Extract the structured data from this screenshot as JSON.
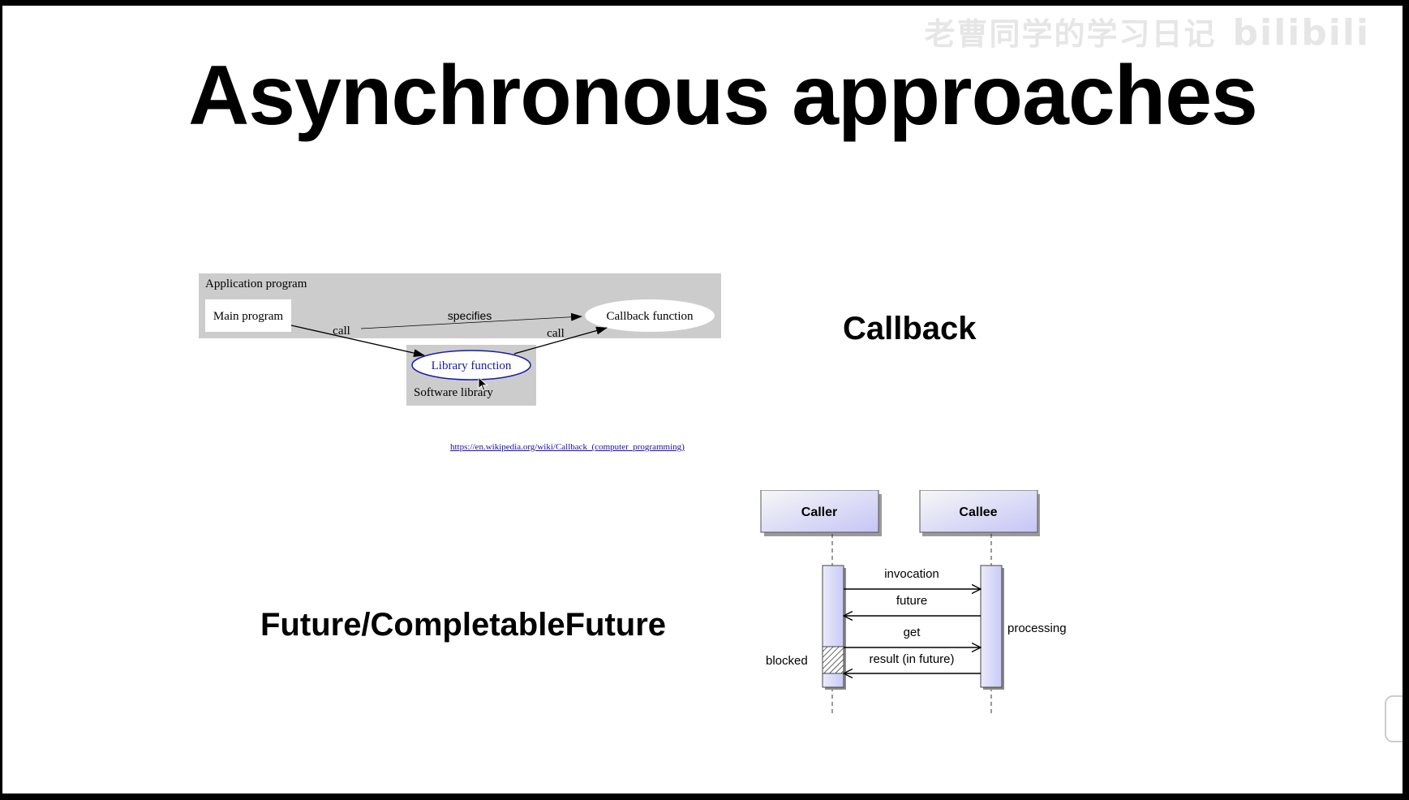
{
  "slide": {
    "title": "Asynchronous approaches",
    "watermark": {
      "text": "老曹同学的学习日记",
      "logo": "bilibili"
    },
    "callback": {
      "label": "Callback",
      "diagram": {
        "application_box_label": "Application program",
        "main_program": "Main program",
        "callback_function": "Callback function",
        "library_function": "Library function",
        "software_library": "Software library",
        "edge_specifies": "specifies",
        "edge_call_1": "call",
        "edge_call_2": "call"
      },
      "source_url": "https://en.wikipedia.org/wiki/Callback_(computer_programming)"
    },
    "future": {
      "label": "Future/CompletableFuture",
      "sequence": {
        "caller": "Caller",
        "callee": "Callee",
        "messages": [
          "invocation",
          "future",
          "get",
          "result (in future)"
        ],
        "blocked": "blocked",
        "processing": "processing"
      }
    }
  },
  "colors": {
    "frame": "#000000",
    "slide_background": "#ffffff",
    "diagram_gray": "#cccccc",
    "library_blue": "#1a1aa8",
    "lifeline_fill": "#c9c9f6"
  },
  "icons": {
    "cursor": "arrow-cursor-icon"
  }
}
